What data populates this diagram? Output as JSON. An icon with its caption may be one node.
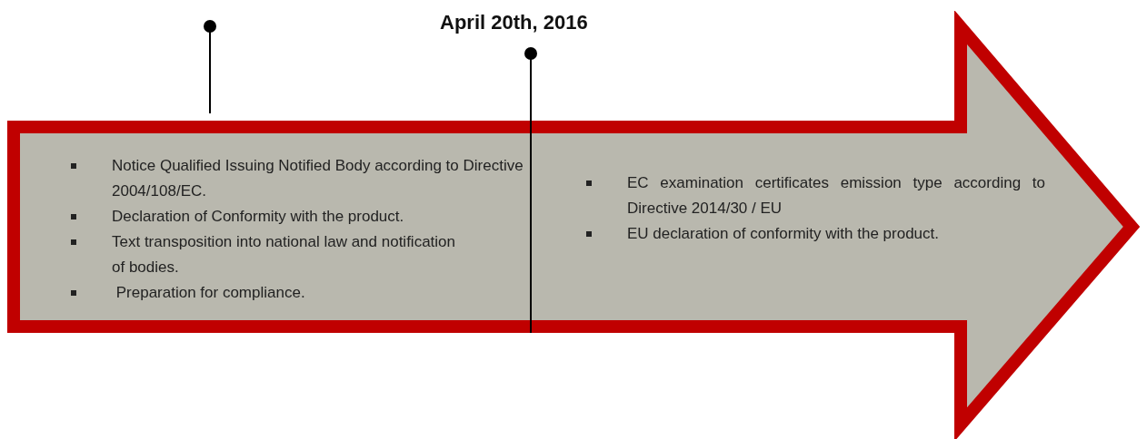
{
  "diagram": {
    "nodes": [
      {
        "text": [
          "Notice Qualified Issuing Notified Body according to Directive 2004/108/EC.",
          "Declaration of Conformity with the product.",
          "Text transposition into national law and notification of bodies.",
          " Preparation for compliance.",
          "EC examination certificates emission type according to Directive 2014/30 / EU",
          "EU declaration of conformity with the product."
        ]
      }
    ],
    "edges": [],
    "labels": [
      "April 20th, 2016"
    ]
  }
}
